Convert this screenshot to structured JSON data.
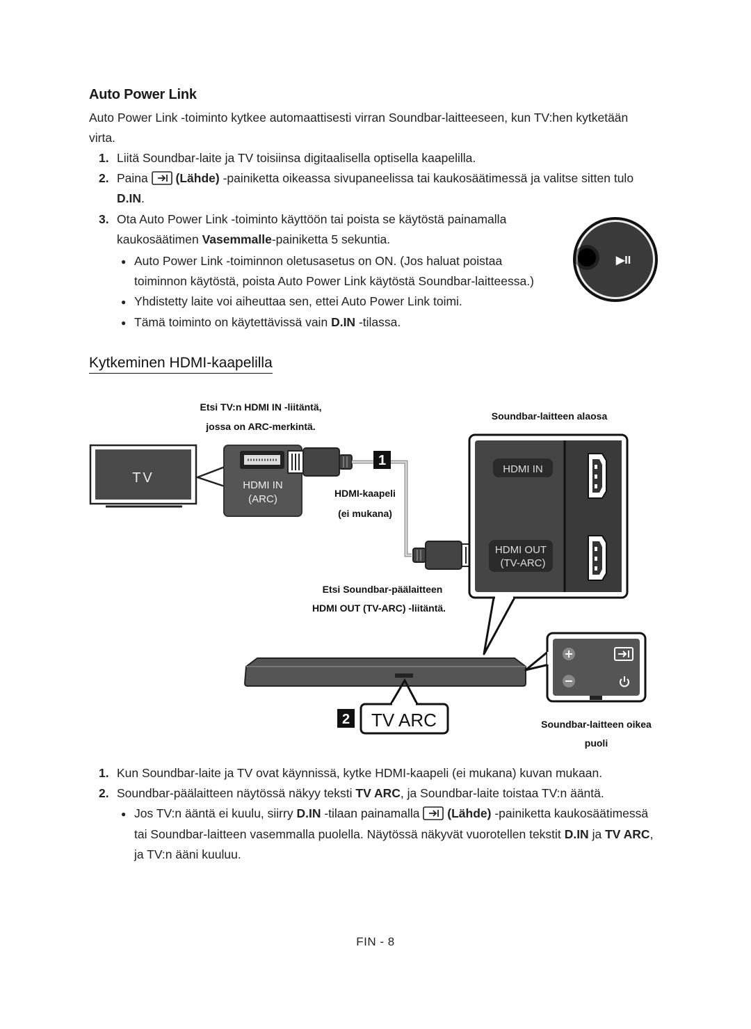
{
  "auto_power_link": {
    "heading": "Auto Power Link",
    "intro_line1": "Auto Power Link -toiminto kytkee automaattisesti virran Soundbar-laitteeseen, kun TV:hen kytketään",
    "intro_line2": "virta.",
    "steps": [
      {
        "num": "1.",
        "text": "Liitä Soundbar-laite ja TV toisiinsa digitaalisella optisella kaapelilla."
      },
      {
        "num": "2.",
        "pre": "Paina",
        "bold": "(Lähde)",
        "post": "-painiketta oikeassa sivupaneelissa tai kaukosäätimessä ja valitse sitten tulo",
        "line2_bold": "D.IN",
        "line2_post": "."
      },
      {
        "num": "3.",
        "line1": "Ota Auto Power Link -toiminto käyttöön tai poista se käytöstä painamalla",
        "line2_pre": "kaukosäätimen",
        "line2_bold": "Vasemmalle",
        "line2_post": "-painiketta 5 sekuntia."
      }
    ],
    "bullets": [
      {
        "line1": "Auto Power Link -toiminnon oletusasetus on ON. (Jos haluat poistaa",
        "line2": "toiminnon käytöstä, poista Auto Power Link käytöstä Soundbar-laitteessa.)"
      },
      {
        "line1": "Yhdistetty laite voi aiheuttaa sen, ettei Auto Power Link toimi."
      },
      {
        "pre": "Tämä toiminto on käytettävissä vain",
        "bold": "D.IN",
        "post": "-tilassa."
      }
    ],
    "remote_button_label": "▶II"
  },
  "hdmi_section": {
    "heading": "Kytkeminen HDMI-kaapelilla",
    "diagram": {
      "tv_caption_line1": "Etsi TV:n HDMI IN -liitäntä,",
      "tv_caption_line2": "jossa on ARC-merkintä.",
      "tv_label": "TV",
      "tv_port_label_line1": "HDMI IN",
      "tv_port_label_line2": "(ARC)",
      "step1_badge": "1",
      "cable_caption_line1": "HDMI-kaapeli",
      "cable_caption_line2": "(ei mukana)",
      "bottom_caption": "Soundbar-laitteen alaosa",
      "hdmi_in_label": "HDMI IN",
      "hdmi_out_label_line1": "HDMI OUT",
      "hdmi_out_label_line2": "(TV-ARC)",
      "main_caption_line1": "Etsi Soundbar-päälaitteen",
      "main_caption_line2": "HDMI OUT (TV-ARC) -liitäntä.",
      "step2_badge": "2",
      "display_text": "TV ARC",
      "right_side_caption_line1": "Soundbar-laitteen oikea",
      "right_side_caption_line2": "puoli"
    },
    "steps": [
      {
        "num": "1.",
        "text": "Kun Soundbar-laite ja TV ovat käynnissä, kytke HDMI-kaapeli (ei mukana) kuvan mukaan."
      },
      {
        "num": "2.",
        "pre": "Soundbar-päälaitteen näytössä näkyy teksti",
        "bold": "TV ARC",
        "post": ", ja Soundbar-laite toistaa TV:n ääntä."
      }
    ],
    "bullet": {
      "pre": "Jos TV:n ääntä ei kuulu, siirry",
      "bold1": "D.IN",
      "mid": "-tilaan painamalla",
      "bold2": "(Lähde)",
      "post": "-painiketta kaukosäätimessä",
      "line2_pre": "tai Soundbar-laitteen vasemmalla puolella. Näytössä näkyvät vuorotellen tekstit",
      "line2_bold1": "D.IN",
      "line2_mid": "ja",
      "line2_bold2": "TV ARC",
      "line2_post": ",",
      "line3": "ja TV:n ääni kuuluu."
    }
  },
  "footer": {
    "page": "FIN - 8"
  }
}
